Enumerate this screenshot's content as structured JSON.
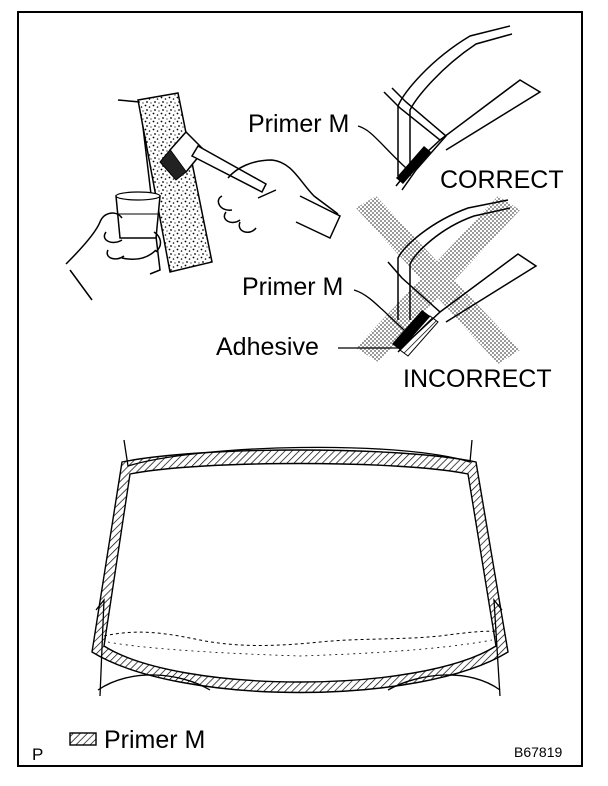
{
  "labels": {
    "primer_top": "Primer M",
    "correct": "CORRECT",
    "primer_mid": "Primer M",
    "adhesive": "Adhesive",
    "incorrect": "INCORRECT",
    "legend": "Primer M",
    "corner_letter": "P",
    "figure_id": "B67819"
  },
  "icons": {
    "legend_swatch": "hatched-rectangle-icon"
  }
}
